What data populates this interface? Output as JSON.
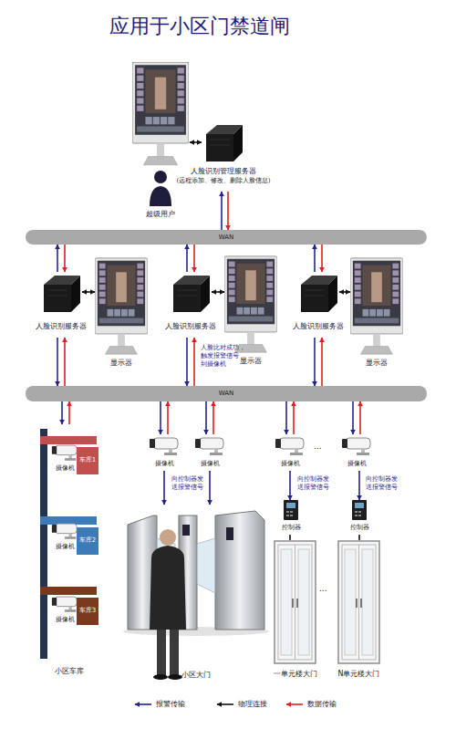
{
  "diagram": {
    "title": "应用于小区门禁道闸",
    "nodes": [
      {
        "text": [
          "人脸识别管理服务器",
          "(远程添加、修改、删除人脸信息)"
        ]
      },
      {
        "text": [
          "超级用户"
        ]
      },
      {
        "text": [
          "WAN"
        ]
      },
      {
        "text": [
          "人脸识别服务器"
        ]
      },
      {
        "text": [
          "显示器"
        ]
      },
      {
        "text": [
          "人脸识别服务器"
        ]
      },
      {
        "text": [
          "显示器"
        ]
      },
      {
        "text": [
          "人脸识别服务器"
        ]
      },
      {
        "text": [
          "显示器"
        ]
      },
      {
        "text": [
          "WAN"
        ]
      },
      {
        "text": [
          "小区车库"
        ]
      },
      {
        "text": [
          "车库1"
        ],
        "in": 10
      },
      {
        "text": [
          "摄像机"
        ],
        "in": 10
      },
      {
        "text": [
          "车库2"
        ],
        "in": 10
      },
      {
        "text": [
          "摄像机"
        ],
        "in": 10
      },
      {
        "text": [
          "车库3"
        ],
        "in": 10
      },
      {
        "text": [
          "摄像机"
        ],
        "in": 10
      },
      {
        "text": [
          "摄像机"
        ]
      },
      {
        "text": [
          "摄像机"
        ]
      },
      {
        "text": [
          "小区大门"
        ]
      },
      {
        "text": [
          "摄像机"
        ]
      },
      {
        "text": [
          "摄像机"
        ]
      },
      {
        "text": [
          "控制器"
        ]
      },
      {
        "text": [
          "控制器"
        ]
      },
      {
        "text": [
          "一单元楼大门"
        ]
      },
      {
        "text": [
          "N单元楼大门"
        ]
      }
    ],
    "edges": [
      {
        "from": 2,
        "to": 0,
        "arrow": "to"
      },
      {
        "from": 0,
        "to": 2,
        "arrow": "to"
      },
      {
        "from": 2,
        "to": 3,
        "arrow": "to"
      },
      {
        "from": 3,
        "to": 2,
        "arrow": "to"
      },
      {
        "from": 3,
        "to": 4,
        "arrow": "both"
      },
      {
        "from": 2,
        "to": 5,
        "arrow": "to"
      },
      {
        "from": 5,
        "to": 2,
        "arrow": "to"
      },
      {
        "from": 5,
        "to": 6,
        "arrow": "both"
      },
      {
        "from": 2,
        "to": 7,
        "arrow": "to"
      },
      {
        "from": 7,
        "to": 2,
        "arrow": "to"
      },
      {
        "from": 7,
        "to": 8,
        "arrow": "both"
      },
      {
        "from": 9,
        "to": 3,
        "arrow": "to"
      },
      {
        "from": 3,
        "to": 9,
        "arrow": "to"
      },
      {
        "from": 9,
        "to": 5,
        "arrow": "to"
      },
      {
        "from": 5,
        "to": 9,
        "arrow": "to",
        "label": "人脸比对成功， 触发报警信号 到摄像机"
      },
      {
        "from": 9,
        "to": 7,
        "arrow": "to"
      },
      {
        "from": 7,
        "to": 9,
        "arrow": "to"
      },
      {
        "from": 9,
        "to": 10,
        "arrow": "to"
      },
      {
        "from": 10,
        "to": 9,
        "arrow": "to"
      },
      {
        "from": 9,
        "to": 17,
        "arrow": "to"
      },
      {
        "from": 17,
        "to": 9,
        "arrow": "to"
      },
      {
        "from": 9,
        "to": 18,
        "arrow": "to"
      },
      {
        "from": 18,
        "to": 9,
        "arrow": "to"
      },
      {
        "from": 9,
        "to": 20,
        "arrow": "to"
      },
      {
        "from": 20,
        "to": 9,
        "arrow": "to"
      },
      {
        "from": 9,
        "to": 21,
        "arrow": "to"
      },
      {
        "from": 21,
        "to": 9,
        "arrow": "to"
      },
      {
        "from": 17,
        "to": 19,
        "arrow": "to",
        "label": "向控制器发 送报警信号"
      },
      {
        "from": 18,
        "to": 19,
        "arrow": "to"
      },
      {
        "from": 20,
        "to": 22,
        "arrow": "to",
        "label": "向控制器发 送报警信号"
      },
      {
        "from": 21,
        "to": 23,
        "arrow": "to",
        "label": "向控制器发 送报警信号"
      },
      {
        "from": 22,
        "to": 24,
        "arrow": "none"
      },
      {
        "from": 23,
        "to": 25,
        "arrow": "none"
      }
    ],
    "labels": [
      "...",
      "..."
    ],
    "legend": [
      {
        "text": "报警传输"
      },
      {
        "text": "物理连接"
      },
      {
        "text": "数据传输"
      }
    ]
  }
}
